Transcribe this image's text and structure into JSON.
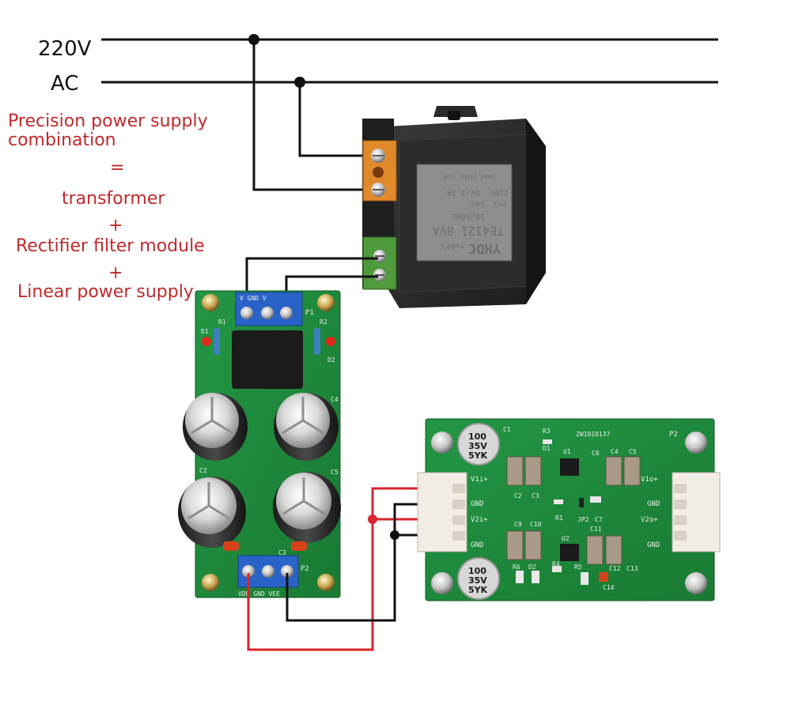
{
  "labels": {
    "voltage": "220V",
    "ac": "AC",
    "title_line1": "Precision power supply",
    "title_line2": "combination",
    "equals": "=",
    "item1": "transformer",
    "plus1": "+",
    "item2": "Rectifier filter module",
    "plus2": "+",
    "item3": "Linear power supply"
  },
  "transformer": {
    "brand": "YHDC",
    "model": "TE4121 8VA",
    "freq": "50/60Hz",
    "temp": "ta40°C",
    "pri": "Pri",
    "pri_v": "220V",
    "sec": "Sec",
    "sec_v": "6V/1.3A",
    "website": "www.yhdc.com"
  },
  "rectifier_module": {
    "p1_pins": "V GND V",
    "p1": "P1",
    "p2": "P2",
    "r1": "R1",
    "r2": "R2",
    "d1": "D1",
    "d2": "D2",
    "c2": "C2",
    "c3": "C3",
    "c4": "C4",
    "c5": "C5",
    "p2_pins": "VDD GND VEE"
  },
  "linear_module": {
    "serial": "2W1010137",
    "p2": "P2",
    "r3": "R3",
    "d1": "D1",
    "u1": "U1",
    "c1": "C1",
    "c6": "C6",
    "c4": "C4",
    "c5": "C5",
    "c2": "C2",
    "c3": "C3",
    "r1": "R1",
    "jp2": "JP2",
    "c7": "C7",
    "c9": "C9",
    "c10": "C10",
    "c11": "C11",
    "u2": "U2",
    "r6": "R6",
    "d2": "D2",
    "r4": "R4",
    "r5": "R5",
    "c12": "C12",
    "c13": "C13",
    "c14": "C14",
    "cap_val1": "100",
    "cap_val2": "35V",
    "cap_val3": "5YK",
    "left_pins": [
      "V1i+",
      "GND",
      "V2i+",
      "GND"
    ],
    "right_pins": [
      "V1o+",
      "GND",
      "V2o+",
      "GND"
    ]
  },
  "colors": {
    "wire_black": "#111111",
    "wire_red": "#d9242b",
    "pcb_green": "#1f8a3a",
    "label_red": "#c0292b"
  }
}
